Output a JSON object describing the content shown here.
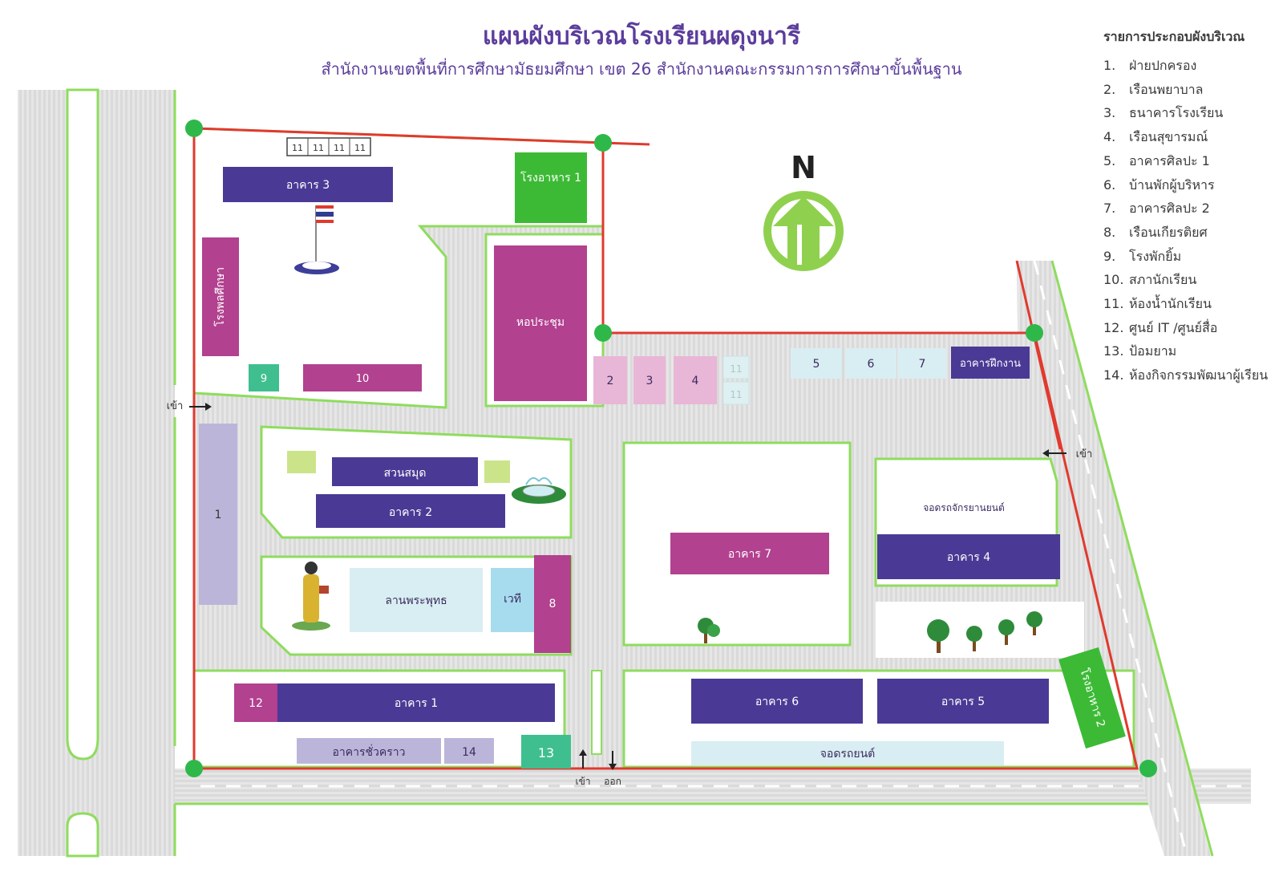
{
  "title": "แผนผังบริเวณโรงเรียนผดุงนารี",
  "subtitle": "สำนักงานเขตพื้นที่การศึกษามัธยมศึกษา  เขต 26  สำนักงานคณะกรรมการการศึกษาขั้นพื้นฐาน",
  "legend": {
    "heading": "รายการประกอบผังบริเวณ",
    "items": [
      {
        "no": "1.",
        "label": "ฝ่ายปกครอง"
      },
      {
        "no": "2.",
        "label": "เรือนพยาบาล"
      },
      {
        "no": "3.",
        "label": "ธนาคารโรงเรียน"
      },
      {
        "no": "4.",
        "label": "เรือนสุขารมณ์"
      },
      {
        "no": "5.",
        "label": "อาคารศิลปะ 1"
      },
      {
        "no": "6.",
        "label": "บ้านพักผู้บริหาร"
      },
      {
        "no": "7.",
        "label": "อาคารศิลปะ 2"
      },
      {
        "no": "8.",
        "label": "เรือนเกียรติยศ"
      },
      {
        "no": "9.",
        "label": "โรงพักยิ้ม"
      },
      {
        "no": "10.",
        "label": "สภานักเรียน"
      },
      {
        "no": "11.",
        "label": "ห้องน้ำนักเรียน"
      },
      {
        "no": "12.",
        "label": "ศูนย์ IT /ศูนย์สื่อ"
      },
      {
        "no": "13.",
        "label": "ป้อมยาม"
      },
      {
        "no": "14.",
        "label": "ห้องกิจกรรมพัฒนาผู้เรียน"
      }
    ]
  },
  "compass": "N",
  "buildings": {
    "b3": "อาคาร 3",
    "canteen1": "โรงอาหาร 1",
    "gym": "โรงพลศึกษา",
    "hall": "หอประชุม",
    "library": "สวนสมุด",
    "b2": "อาคาร 2",
    "plaza": "ลานพระพุทธ",
    "stage": "เวที",
    "b7": "อาคาร 7",
    "moto": "จอดรถจักรยานยนต์",
    "b4": "อาคาร 4",
    "b1": "อาคาร 1",
    "temp": "อาคารชั่วคราว",
    "b6": "อาคาร 6",
    "b5": "อาคาร 5",
    "parking": "จอดรถยนต์",
    "canteen2": "โรงอาหาร 2",
    "training": "อาคารฝึกงาน"
  },
  "markers": {
    "m1": "1",
    "m2": "2",
    "m3": "3",
    "m4": "4",
    "m5": "5",
    "m6": "6",
    "m7": "7",
    "m8": "8",
    "m9": "9",
    "m10": "10",
    "m11": "11",
    "m12": "12",
    "m13": "13",
    "m14": "14"
  },
  "gates": {
    "enter": "เข้า",
    "exit": "ออก"
  },
  "colors": {
    "purple": "#4a3a95",
    "magenta": "#b2418f",
    "green": "#3cba35",
    "light_blue": "#d9eef2",
    "lavender": "#bcb5da",
    "pink": "#e8b6d6",
    "road": "#e3e3e3",
    "border_red": "#e03a2e",
    "grass_line": "#8fdc5e"
  }
}
